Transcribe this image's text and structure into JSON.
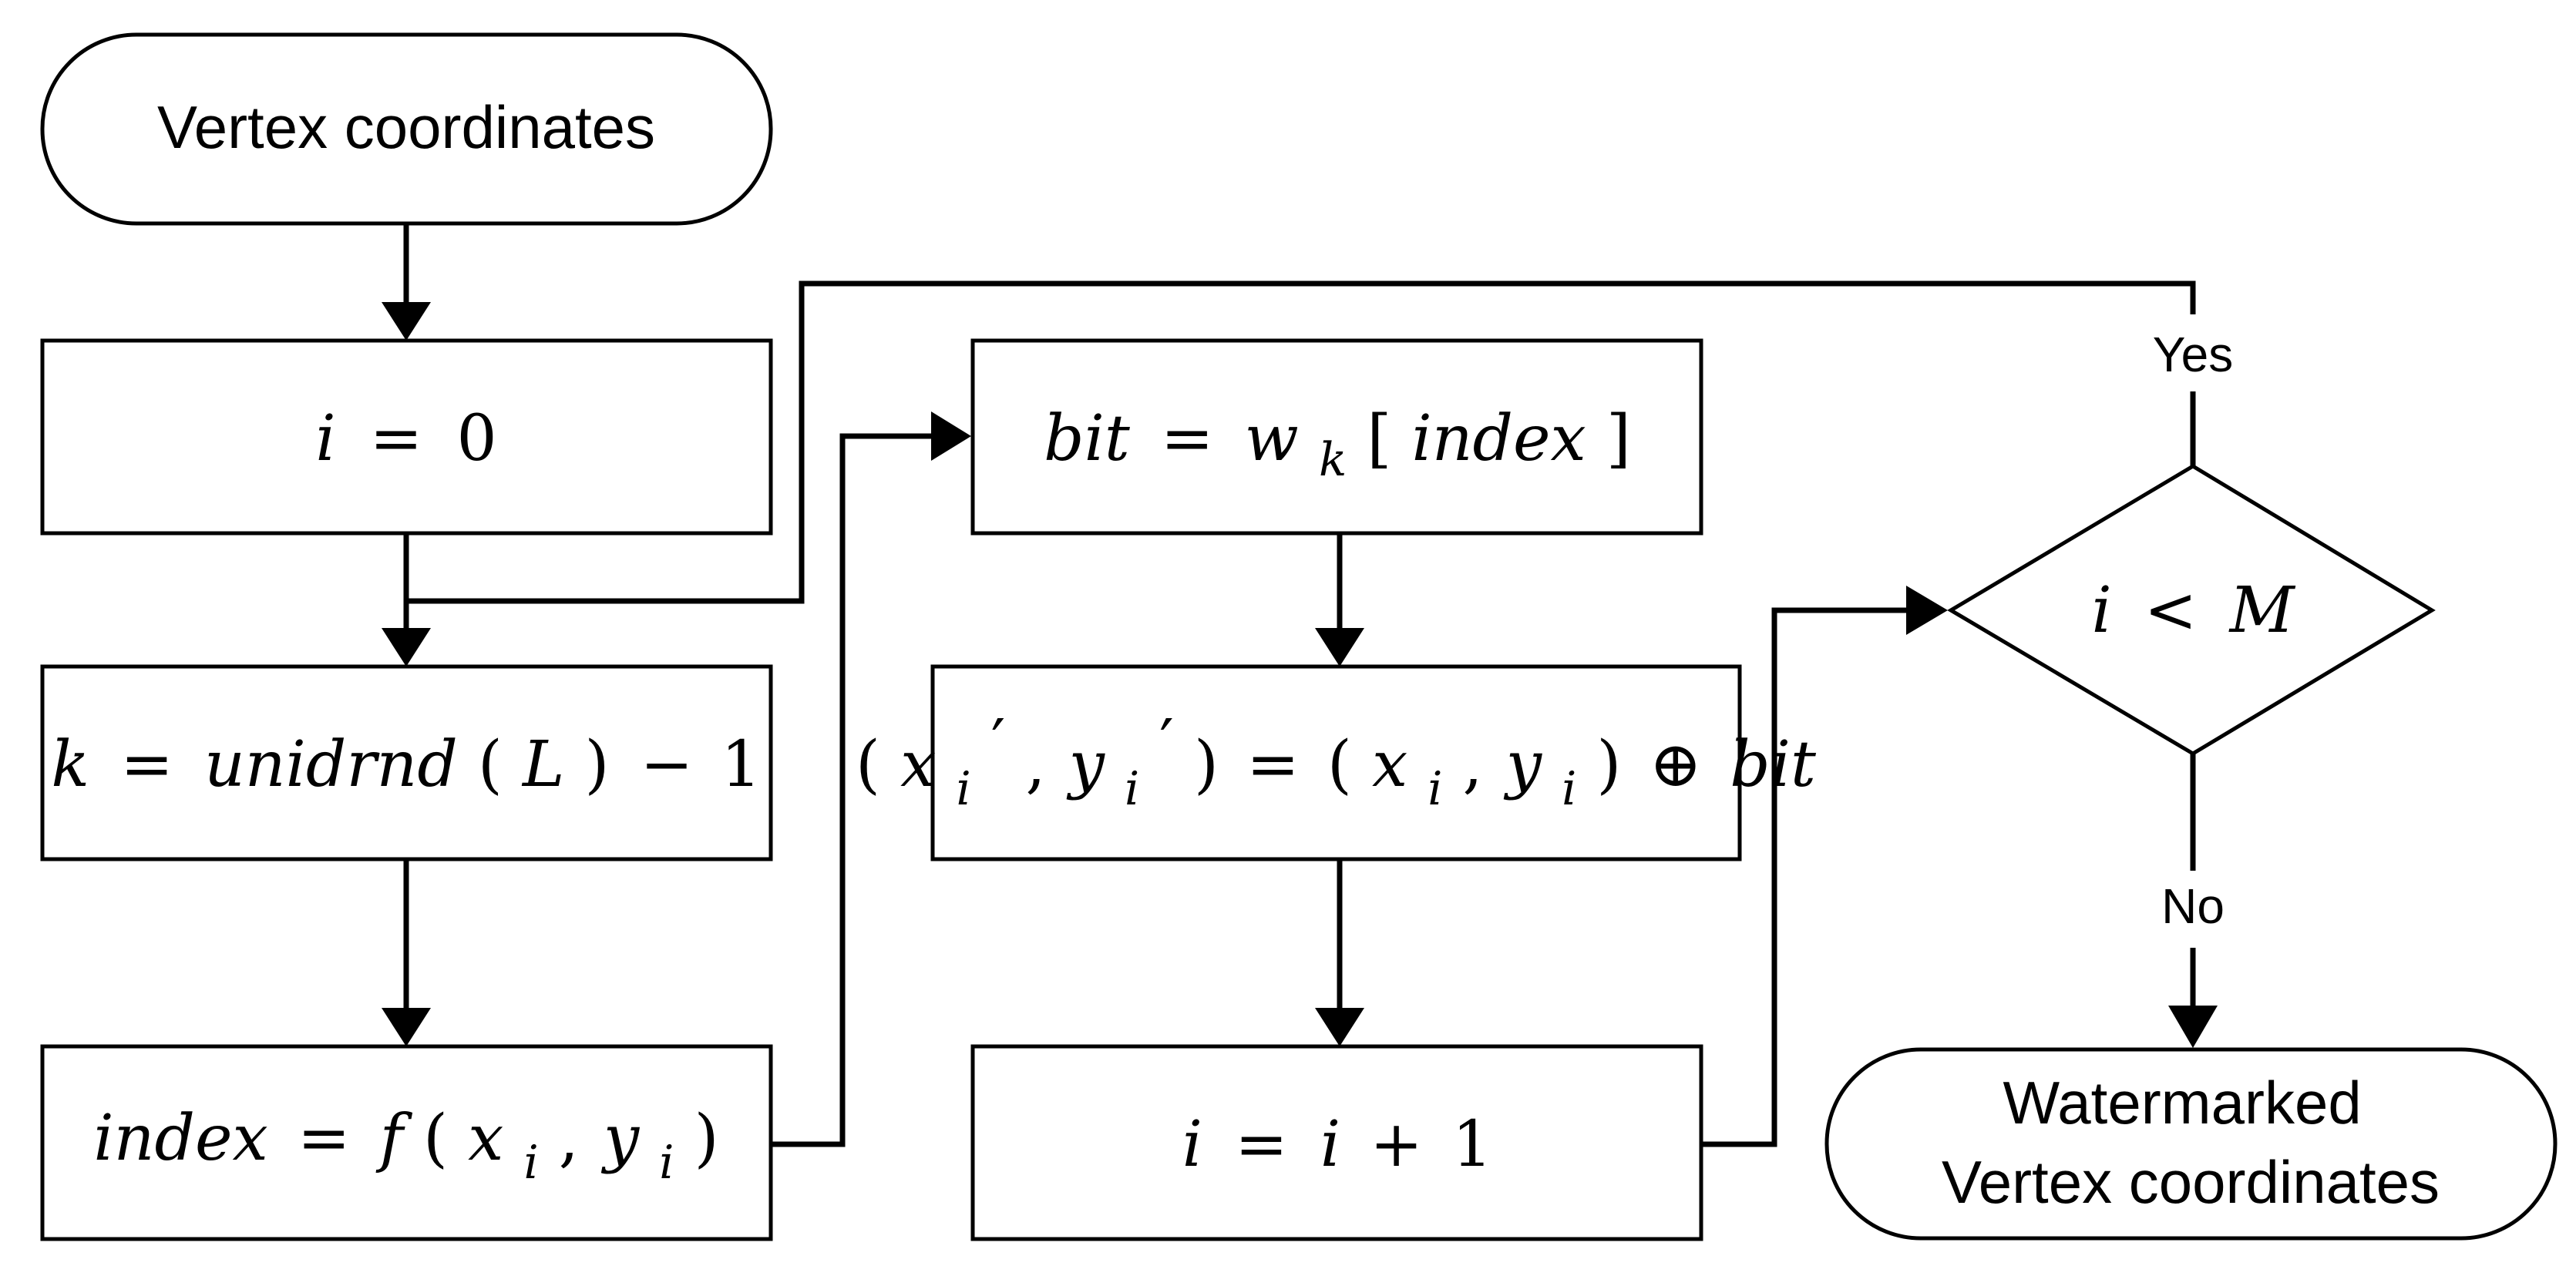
{
  "nodes": {
    "start": {
      "label": "Vertex coordinates"
    },
    "init_i": {
      "var": "i",
      "op": "=",
      "value": "0"
    },
    "choose_k": {
      "var": "k",
      "op": "=",
      "func": "unidrnd",
      "open": "(",
      "arg": "L",
      "close": ")",
      "minus": "−",
      "one": "1"
    },
    "index": {
      "var": "index",
      "op": "=",
      "func": "f",
      "open": "(",
      "x": "x",
      "i1": "i",
      "comma": ",",
      "y": "y",
      "i2": "i",
      "close": ")"
    },
    "bit": {
      "var": "bit",
      "op": "=",
      "w": "w",
      "sub": "k",
      "lb": "[",
      "idx": "index",
      "rb": "]"
    },
    "embed": {
      "open1": "(",
      "x": "x",
      "xsub": "i",
      "prime1": "′",
      "comma1": ",",
      "y": "y",
      "ysub": "i",
      "prime2": "′",
      "close1": ")",
      "op": "=",
      "open2": "(",
      "x2": "x",
      "x2sub": "i",
      "comma2": ",",
      "y2": "y",
      "y2sub": "i",
      "close2": ")",
      "xor": "⊕",
      "bit": "bit"
    },
    "increment": {
      "var": "i",
      "op": "=",
      "rhs": "i",
      "plus": "+",
      "one": "1"
    },
    "decision": {
      "var": "i",
      "op": "<",
      "rhs": "M"
    },
    "end": {
      "line1": "Watermarked",
      "line2": "Vertex coordinates"
    }
  },
  "edges": {
    "yes_label": "Yes",
    "no_label": "No"
  }
}
